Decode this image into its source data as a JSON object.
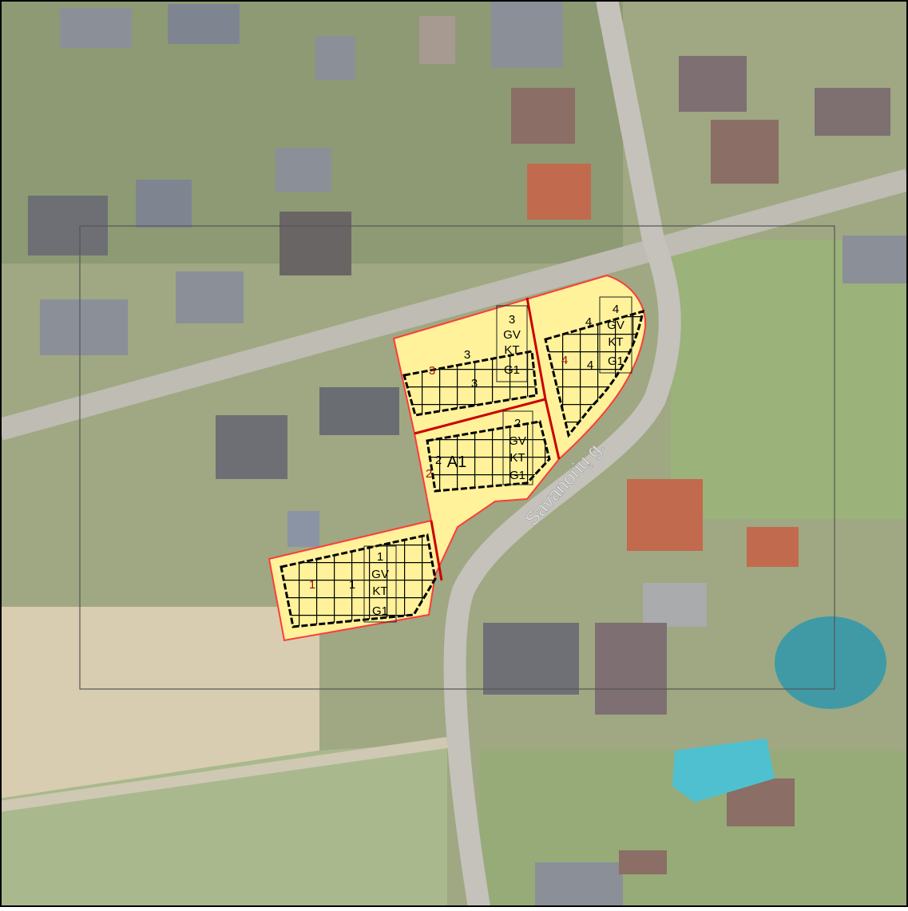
{
  "map": {
    "road_label": "Savanorių g.",
    "zone_label": "A1",
    "colors": {
      "plot_fill": "#fff29a",
      "plot_border": "#ff3b3b",
      "plot_divider": "#cc0000",
      "grid_line": "#000000",
      "frame": "#555555",
      "road": "#c9c9c9",
      "grass": "#8fa36a",
      "field": "#cfc3a3",
      "pond": "#3fb7c2",
      "roof_gray": "#8a8f98",
      "roof_red": "#c26a4d"
    }
  },
  "plots": [
    {
      "id": "plot-1",
      "number_red": "1",
      "number_inner": "1",
      "legend": [
        "1",
        "GV",
        "KT",
        "G1"
      ]
    },
    {
      "id": "plot-2",
      "number_red": "2",
      "number_inner": "2",
      "legend": [
        "2",
        "GV",
        "KT",
        "G1"
      ]
    },
    {
      "id": "plot-3",
      "number_red": "3",
      "number_inner": "3",
      "number_inner_2": "3",
      "legend": [
        "3",
        "GV",
        "KT",
        "G1"
      ]
    },
    {
      "id": "plot-4",
      "number_red": "4",
      "number_inner": "4",
      "number_inner_2": "4",
      "legend": [
        "4",
        "GV",
        "KT",
        "G1"
      ]
    }
  ]
}
